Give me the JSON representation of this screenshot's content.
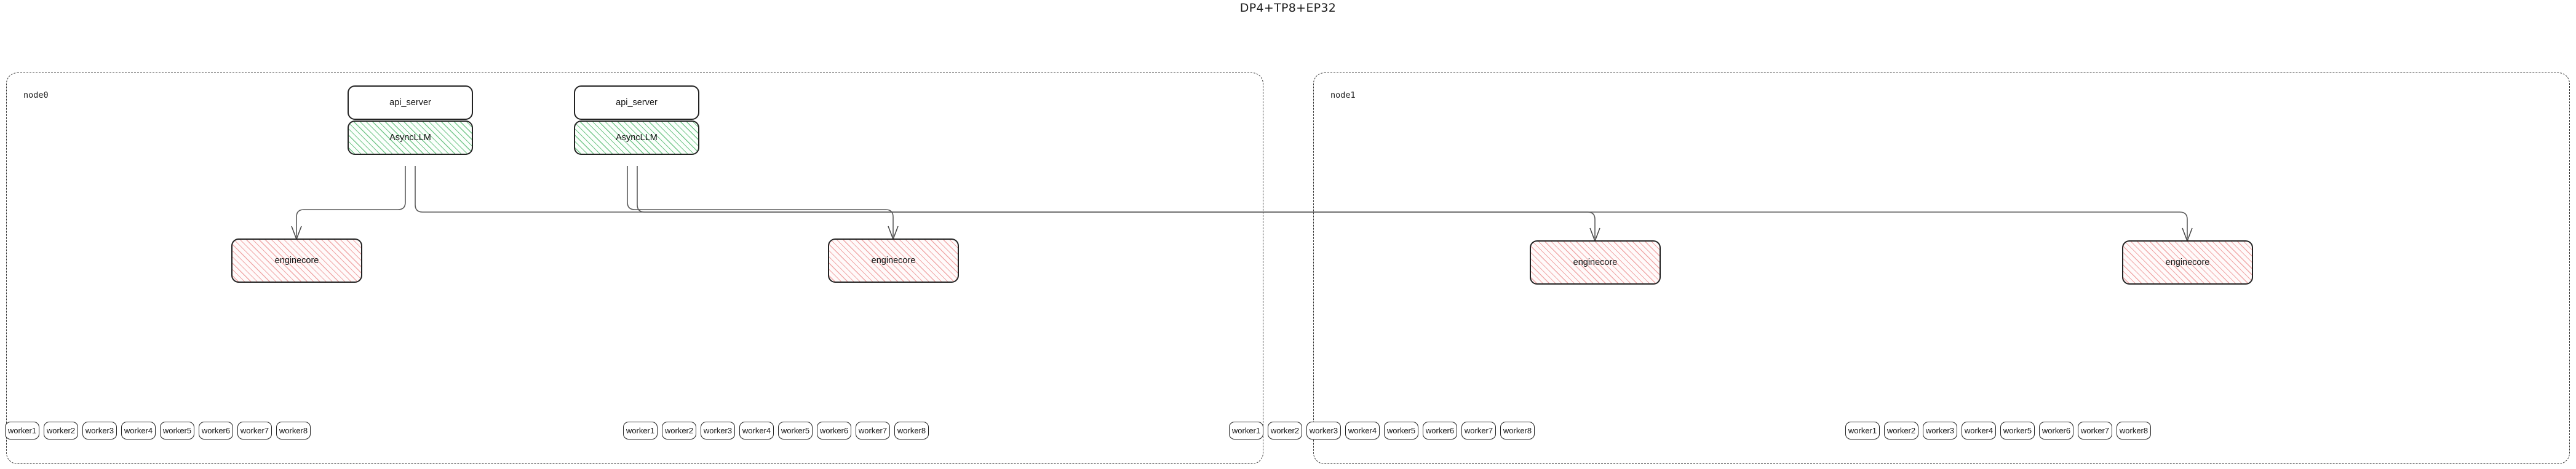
{
  "title": "DP4+TP8+EP32",
  "nodes": [
    {
      "id": "node0",
      "label": "node0"
    },
    {
      "id": "node1",
      "label": "node1"
    }
  ],
  "api_servers": [
    {
      "label": "api_server"
    },
    {
      "label": "api_server"
    }
  ],
  "async_llms": [
    {
      "label": "AsyncLLM"
    },
    {
      "label": "AsyncLLM"
    }
  ],
  "enginecores": [
    {
      "label": "enginecore",
      "node": "node0"
    },
    {
      "label": "enginecore",
      "node": "node0"
    },
    {
      "label": "enginecore",
      "node": "node1"
    },
    {
      "label": "enginecore",
      "node": "node1"
    }
  ],
  "worker_groups": [
    {
      "node": "node0",
      "workers": [
        "worker1",
        "worker2",
        "worker3",
        "worker4",
        "worker5",
        "worker6",
        "worker7",
        "worker8"
      ]
    },
    {
      "node": "node0",
      "workers": [
        "worker1",
        "worker2",
        "worker3",
        "worker4",
        "worker5",
        "worker6",
        "worker7",
        "worker8"
      ]
    },
    {
      "node": "node1",
      "workers": [
        "worker1",
        "worker2",
        "worker3",
        "worker4",
        "worker5",
        "worker6",
        "worker7",
        "worker8"
      ]
    },
    {
      "node": "node1",
      "workers": [
        "worker1",
        "worker2",
        "worker3",
        "worker4",
        "worker5",
        "worker6",
        "worker7",
        "worker8"
      ]
    }
  ],
  "colors": {
    "async_hatch": "#76c78c",
    "engine_hatch": "#f0a9a9",
    "border": "#222222",
    "cluster_border": "#333333",
    "edge": "#5b5b5b",
    "text": "#141414"
  }
}
